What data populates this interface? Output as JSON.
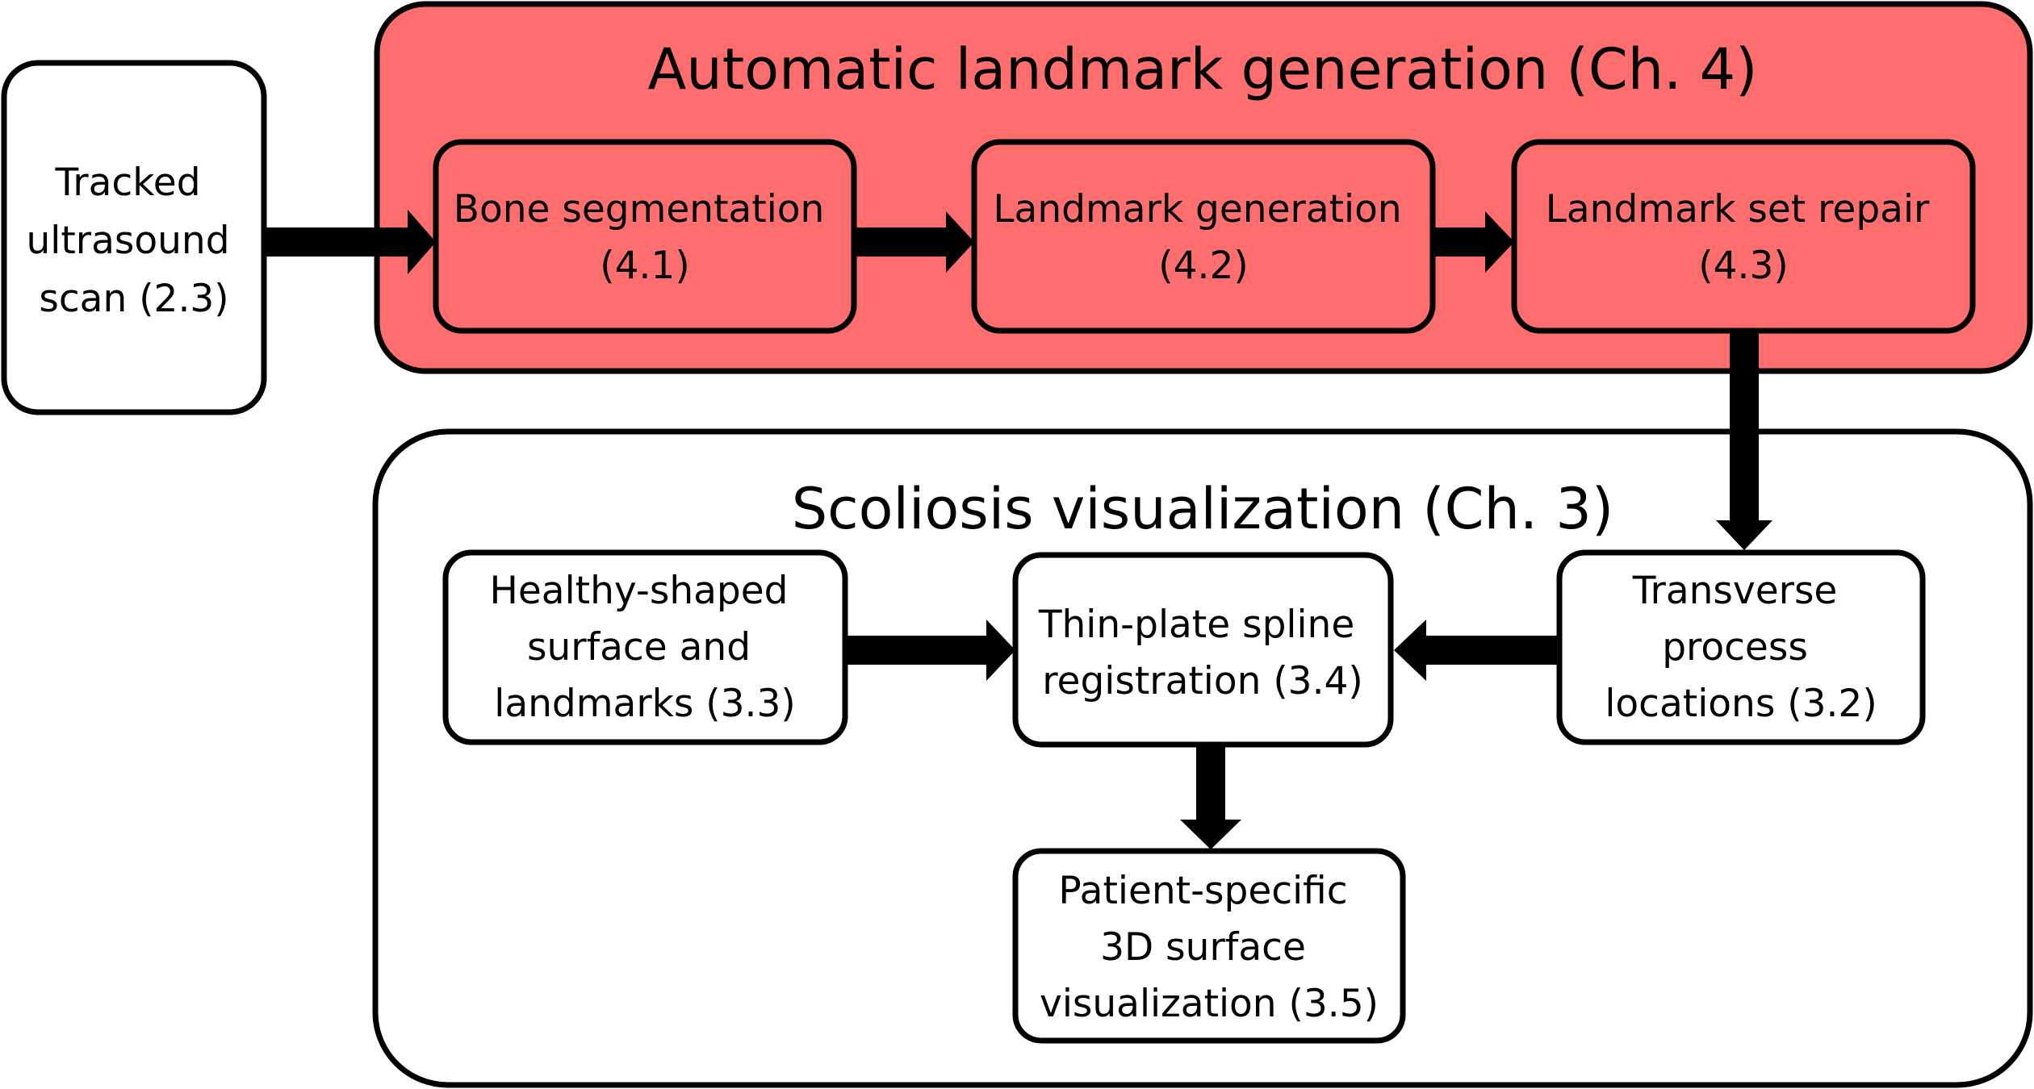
{
  "colors": {
    "accent": "#ff6e6e",
    "box_fill": "#ffffff",
    "stroke": "#000000"
  },
  "groups": {
    "landmark": {
      "title": "Automatic landmark generation (Ch. 4)"
    },
    "visualization": {
      "title": "Scoliosis visualization (Ch. 3)"
    }
  },
  "nodes": {
    "input": {
      "lines": [
        "Tracked",
        "ultrasound",
        "scan (2.3)"
      ]
    },
    "bone": {
      "lines": [
        "Bone segmentation",
        "(4.1)"
      ]
    },
    "landmark_gen": {
      "lines": [
        "Landmark generation",
        "(4.2)"
      ]
    },
    "repair": {
      "lines": [
        "Landmark set repair",
        "(4.3)"
      ]
    },
    "healthy": {
      "lines": [
        "Healthy-shaped",
        "surface and",
        "landmarks (3.3)"
      ]
    },
    "tps": {
      "lines": [
        "Thin-plate spline",
        "registration (3.4)"
      ]
    },
    "transverse": {
      "lines": [
        "Transverse",
        "process",
        "locations (3.2)"
      ]
    },
    "patient": {
      "lines": [
        "Patient-specific",
        "3D surface",
        "visualization (3.5)"
      ]
    }
  }
}
